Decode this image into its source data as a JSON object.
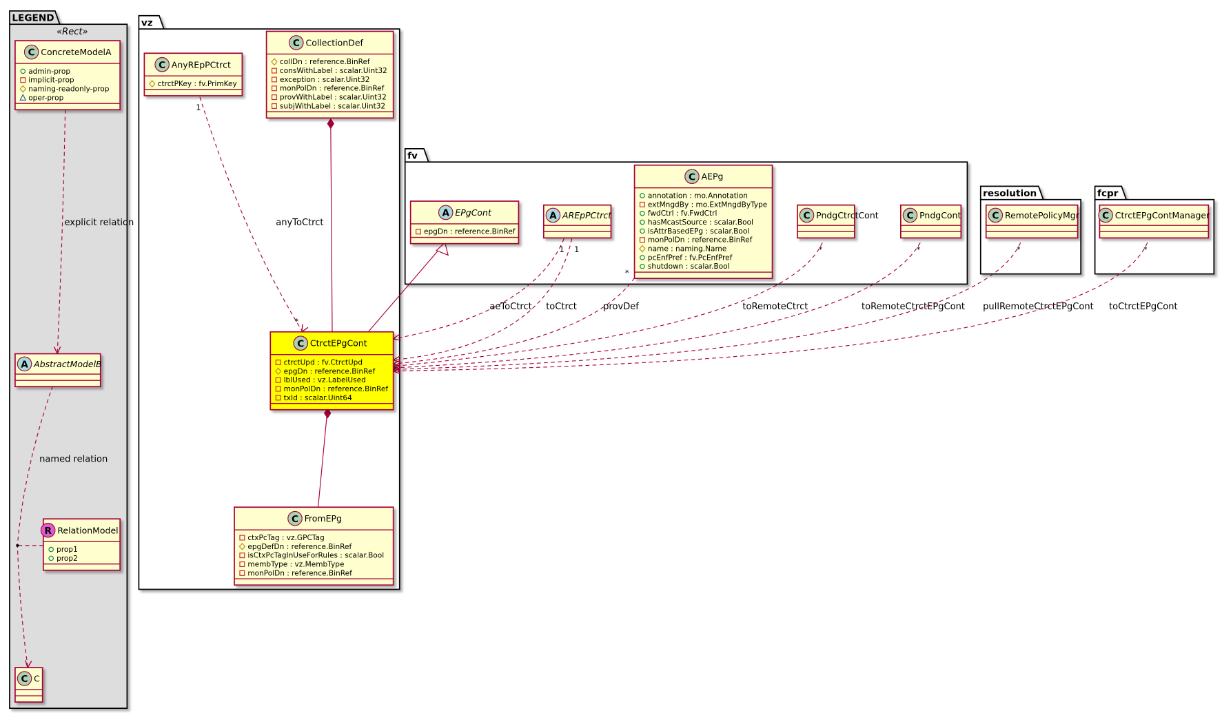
{
  "colors": {
    "class_fill": "#fefece",
    "class_border": "#a80036",
    "highlight_fill": "#ffff00",
    "legend_fill": "#dddddd",
    "link": "#a80036",
    "icon_class": "#add1b2",
    "icon_abstract": "#a9dcdf",
    "icon_relation": "#e25ad0"
  },
  "packages": [
    {
      "id": "legend",
      "name": "LEGEND",
      "stereotype": "«Rect»"
    },
    {
      "id": "vz",
      "name": "vz"
    },
    {
      "id": "fv",
      "name": "fv"
    },
    {
      "id": "resolution",
      "name": "resolution"
    },
    {
      "id": "fcpr",
      "name": "fcpr"
    }
  ],
  "classes": [
    {
      "id": "ConcreteModelA",
      "name": "ConcreteModelA",
      "kind": "C",
      "attrs": [
        {
          "vis": "public",
          "text": "admin-prop"
        },
        {
          "vis": "private",
          "text": "implicit-prop"
        },
        {
          "vis": "protected",
          "text": "naming-readonly-prop"
        },
        {
          "vis": "package",
          "text": "oper-prop"
        }
      ]
    },
    {
      "id": "AbstractModelB",
      "name": "AbstractModelB",
      "kind": "A",
      "attrs": []
    },
    {
      "id": "RelationModel",
      "name": "RelationModel",
      "kind": "R",
      "attrs": [
        {
          "vis": "public",
          "text": "prop1"
        },
        {
          "vis": "public",
          "text": "prop2"
        }
      ]
    },
    {
      "id": "C",
      "name": "C",
      "kind": "C",
      "attrs": []
    },
    {
      "id": "AnyREpPCtrct",
      "name": "AnyREpPCtrct",
      "kind": "C",
      "attrs": [
        {
          "vis": "protected",
          "text": "ctrctPKey : fv.PrimKey"
        }
      ]
    },
    {
      "id": "CollectionDef",
      "name": "CollectionDef",
      "kind": "C",
      "attrs": [
        {
          "vis": "protected",
          "text": "collDn : reference.BinRef"
        },
        {
          "vis": "private",
          "text": "consWithLabel : scalar.Uint32"
        },
        {
          "vis": "private",
          "text": "exception : scalar.Uint32"
        },
        {
          "vis": "private",
          "text": "monPolDn : reference.BinRef"
        },
        {
          "vis": "private",
          "text": "provWithLabel : scalar.Uint32"
        },
        {
          "vis": "private",
          "text": "subjWithLabel : scalar.Uint32"
        }
      ]
    },
    {
      "id": "CtrctEPgCont",
      "name": "CtrctEPgCont",
      "kind": "C",
      "highlight": true,
      "attrs": [
        {
          "vis": "private",
          "text": "ctrctUpd : fv.CtrctUpd"
        },
        {
          "vis": "protected",
          "text": "epgDn : reference.BinRef"
        },
        {
          "vis": "private",
          "text": "lblUsed : vz.LabelUsed"
        },
        {
          "vis": "private",
          "text": "monPolDn : reference.BinRef"
        },
        {
          "vis": "private",
          "text": "txId : scalar.Uint64"
        }
      ]
    },
    {
      "id": "FromEPg",
      "name": "FromEPg",
      "kind": "C",
      "attrs": [
        {
          "vis": "private",
          "text": "ctxPcTag : vz.GPCTag"
        },
        {
          "vis": "protected",
          "text": "epgDefDn : reference.BinRef"
        },
        {
          "vis": "private",
          "text": "isCtxPcTagInUseForRules : scalar.Bool"
        },
        {
          "vis": "private",
          "text": "membType : vz.MembType"
        },
        {
          "vis": "private",
          "text": "monPolDn : reference.BinRef"
        }
      ]
    },
    {
      "id": "EPgCont",
      "name": "EPgCont",
      "kind": "A",
      "attrs": [
        {
          "vis": "private",
          "text": "epgDn : reference.BinRef"
        }
      ]
    },
    {
      "id": "AREpPCtrct",
      "name": "AREpPCtrct",
      "kind": "A",
      "attrs": []
    },
    {
      "id": "AEPg",
      "name": "AEPg",
      "kind": "C",
      "attrs": [
        {
          "vis": "public",
          "text": "annotation : mo.Annotation"
        },
        {
          "vis": "private",
          "text": "extMngdBy : mo.ExtMngdByType"
        },
        {
          "vis": "public",
          "text": "fwdCtrl : fv.FwdCtrl"
        },
        {
          "vis": "public",
          "text": "hasMcastSource : scalar.Bool"
        },
        {
          "vis": "public",
          "text": "isAttrBasedEPg : scalar.Bool"
        },
        {
          "vis": "private",
          "text": "monPolDn : reference.BinRef"
        },
        {
          "vis": "protected",
          "text": "name : naming.Name"
        },
        {
          "vis": "public",
          "text": "pcEnfPref : fv.PcEnfPref"
        },
        {
          "vis": "public",
          "text": "shutdown : scalar.Bool"
        }
      ]
    },
    {
      "id": "PndgCtrctCont",
      "name": "PndgCtrctCont",
      "kind": "C",
      "attrs": []
    },
    {
      "id": "PndgCont",
      "name": "PndgCont",
      "kind": "C",
      "attrs": []
    },
    {
      "id": "RemotePolicyMgr",
      "name": "RemotePolicyMgr",
      "kind": "C",
      "attrs": []
    },
    {
      "id": "CtrctEPgContManager",
      "name": "CtrctEPgContManager",
      "kind": "C",
      "attrs": []
    }
  ],
  "relations": [
    {
      "id": "r1",
      "label": "explicit relation",
      "from_mult": "",
      "to_mult": ""
    },
    {
      "id": "r2",
      "label": "named relation",
      "from_mult": "",
      "to_mult": ""
    },
    {
      "id": "r3",
      "label": "anyToCtrct",
      "from_mult": "1",
      "to_mult": "*"
    },
    {
      "id": "r4",
      "label": "",
      "from_mult": "",
      "to_mult": ""
    },
    {
      "id": "r5",
      "label": "",
      "from_mult": "",
      "to_mult": ""
    },
    {
      "id": "r6",
      "label": "",
      "from_mult": "",
      "to_mult": ""
    },
    {
      "id": "r7",
      "label": "aeToCtrct",
      "from_mult": "1",
      "to_mult": ""
    },
    {
      "id": "r8",
      "label": "toCtrct",
      "from_mult": "1",
      "to_mult": ""
    },
    {
      "id": "r9",
      "label": "provDef",
      "from_mult": "*",
      "to_mult": ""
    },
    {
      "id": "r10",
      "label": "toRemoteCtrct",
      "from_mult": "*",
      "to_mult": ""
    },
    {
      "id": "r11",
      "label": "toRemoteCtrctEPgCont",
      "from_mult": "*",
      "to_mult": ""
    },
    {
      "id": "r12",
      "label": "pullRemoteCtrctEPgCont",
      "from_mult": "*",
      "to_mult": ""
    },
    {
      "id": "r13",
      "label": "toCtrctEPgCont",
      "from_mult": "*",
      "to_mult": ""
    }
  ]
}
